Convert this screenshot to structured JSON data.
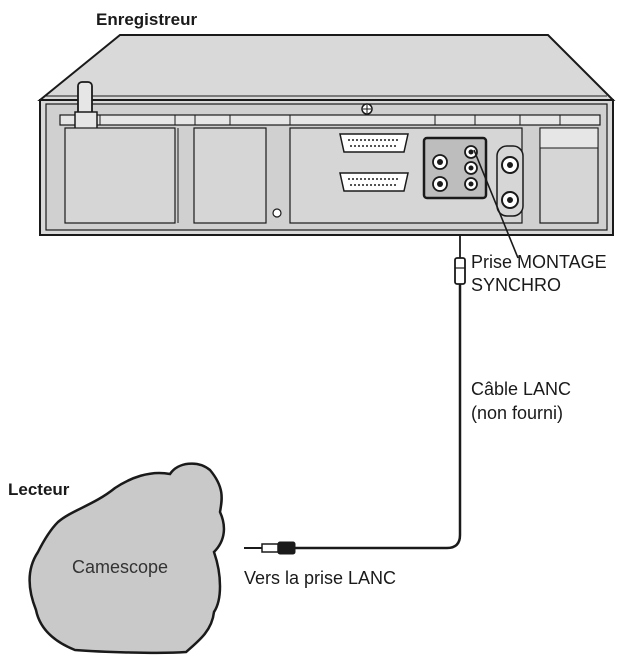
{
  "recorder": {
    "title": "Enregistreur"
  },
  "player": {
    "title": "Lecteur",
    "device_label": "Camescope"
  },
  "jack": {
    "line1": "Prise MONTAGE",
    "line2": "SYNCHRO"
  },
  "cable": {
    "line1": "Câble LANC",
    "line2": "(non fourni)"
  },
  "lanc_jack": {
    "label": "Vers la prise LANC"
  },
  "colors": {
    "ink": "#1a1a1a",
    "body_fill": "#d9d9d9",
    "panel_fill": "#cfcfcf",
    "camcorder_fill": "#c9c9c9"
  }
}
